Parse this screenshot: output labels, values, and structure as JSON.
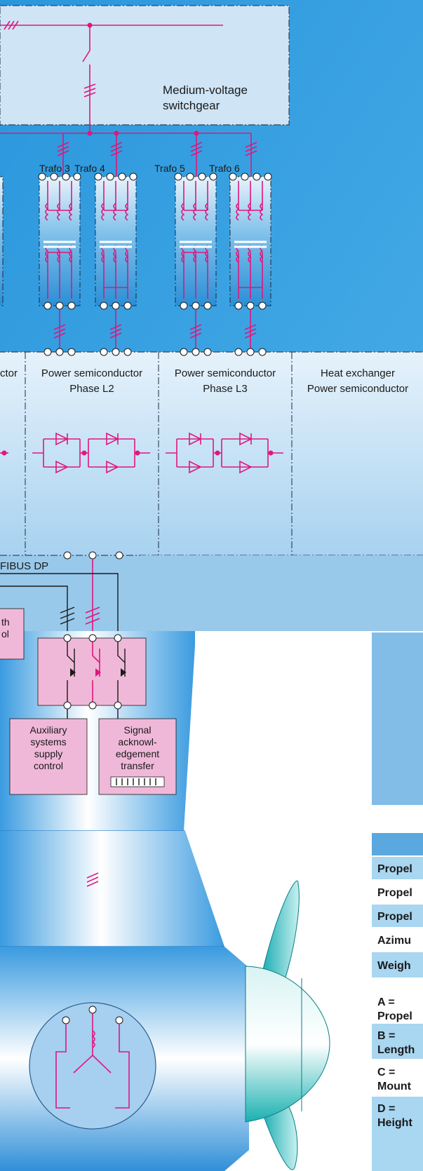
{
  "switchgear": {
    "label_line1": "Medium-voltage",
    "label_line2": "switchgear"
  },
  "transformers": [
    {
      "label": "Trafo 3"
    },
    {
      "label": "Trafo 4"
    },
    {
      "label": "Trafo 5"
    },
    {
      "label": "Trafo 6"
    }
  ],
  "power_modules": [
    {
      "line1": "ctor",
      "line2": ""
    },
    {
      "line1": "Power semiconductor",
      "line2": "Phase L2"
    },
    {
      "line1": "Power semiconductor",
      "line2": "Phase L3"
    },
    {
      "line1": "Heat exchanger",
      "line2": "Power semiconductor"
    }
  ],
  "bus": {
    "label": "FIBUS DP"
  },
  "control": {
    "partial_line1": "th",
    "partial_line2": "ol",
    "aux": [
      "Auxiliary",
      "systems",
      "supply",
      "control"
    ],
    "signal": [
      "Signal",
      "acknowl-",
      "edgement",
      "transfer"
    ]
  },
  "table": {
    "rows": [
      {
        "line1": "Propel",
        "line2": ""
      },
      {
        "line1": "Propel",
        "line2": ""
      },
      {
        "line1": "Propel",
        "line2": ""
      },
      {
        "line1": "Azimu",
        "line2": ""
      },
      {
        "line1": "Weigh",
        "line2": ""
      },
      {
        "line1": "A =",
        "line2": "Propel"
      },
      {
        "line1": "B =",
        "line2": "Length"
      },
      {
        "line1": "C =",
        "line2": "Mount"
      },
      {
        "line1": "D =",
        "line2": "Height"
      }
    ]
  },
  "colors": {
    "page_blue": "#2f9ee0",
    "panel_light": "#cfe4f5",
    "bus_band": "#98c8ea",
    "pink_box": "#f0b8d8",
    "magenta_line": "#e0167e",
    "row_blue": "#a9d6f0",
    "row_white": "#ffffff"
  }
}
